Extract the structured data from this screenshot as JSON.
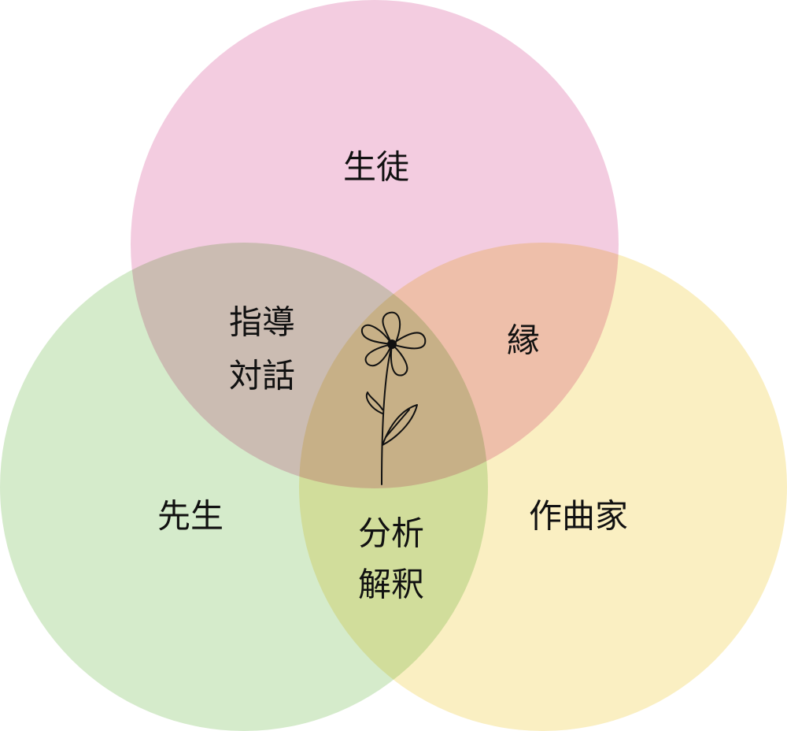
{
  "diagram": {
    "type": "venn",
    "sets": [
      {
        "id": "student",
        "label": "生徒",
        "color": "#f3cce0"
      },
      {
        "id": "teacher",
        "label": "先生",
        "color": "#c9e5bd"
      },
      {
        "id": "composer",
        "label": "作曲家",
        "color": "#f9ecb8"
      }
    ],
    "overlaps": {
      "student_teacher": [
        "指導",
        "対話"
      ],
      "student_composer": [
        "縁"
      ],
      "teacher_composer": [
        "分析",
        "解釈"
      ]
    },
    "center_icon": "flower-icon"
  }
}
